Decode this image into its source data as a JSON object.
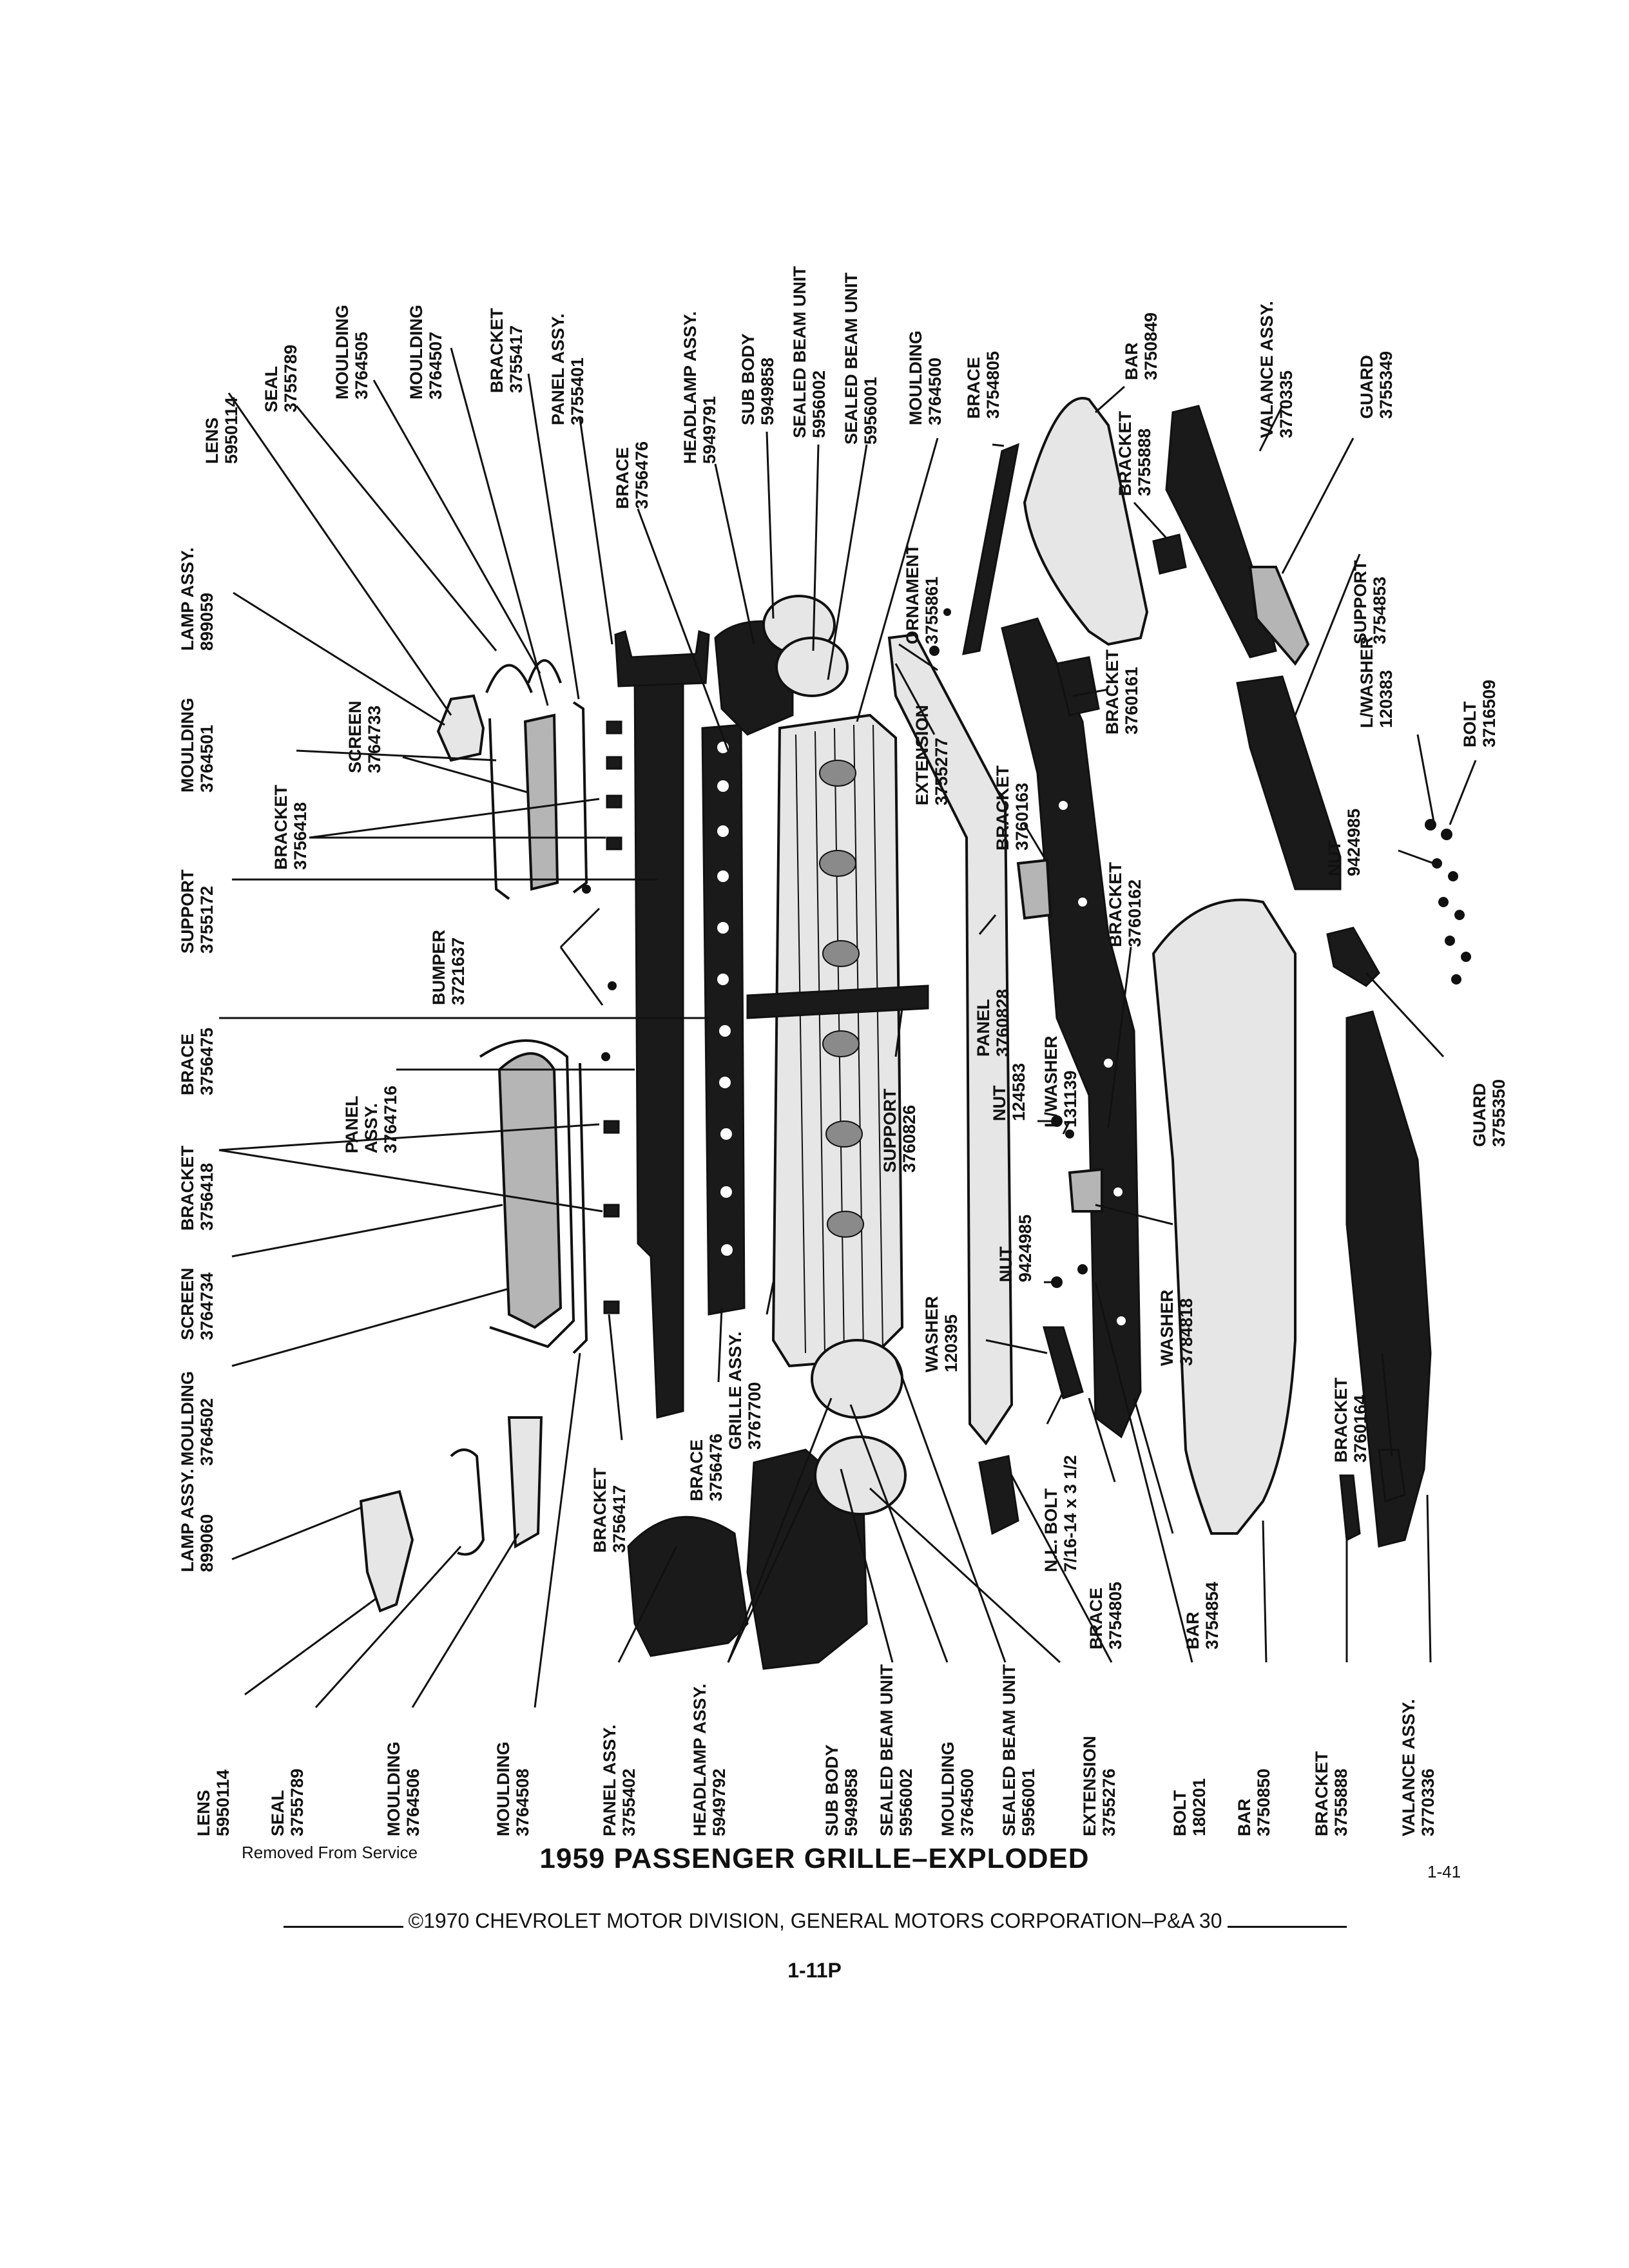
{
  "title": "1959 PASSENGER GRILLE–EXPLODED",
  "copyright": "©1970 CHEVROLET MOTOR DIVISION, GENERAL MOTORS CORPORATION–P&A 30",
  "page_number": "1-11P",
  "status_note": "Removed From Service",
  "ref_number": "1-41",
  "labels": {
    "lens_top": [
      "LENS",
      "5950114"
    ],
    "lamp_top": [
      "LAMP ASSY.",
      "899059"
    ],
    "seal_top": [
      "SEAL",
      "3755789"
    ],
    "moulding_3764505": [
      "MOULDING",
      "3764505"
    ],
    "moulding_3764507": [
      "MOULDING",
      "3764507"
    ],
    "bracket_3755417_top": [
      "BRACKET",
      "3755417"
    ],
    "panel_3755401": [
      "PANEL ASSY.",
      "3755401"
    ],
    "brace_3756476_top": [
      "BRACE",
      "3756476"
    ],
    "headlamp_top": [
      "HEADLAMP ASSY.",
      "5949791"
    ],
    "subbody_top": [
      "SUB BODY",
      "5949858"
    ],
    "sealed_5956002_top": [
      "SEALED BEAM UNIT",
      "5956002"
    ],
    "sealed_5956001_top": [
      "SEALED BEAM UNIT",
      "5956001"
    ],
    "moulding_3764500_top": [
      "MOULDING",
      "3764500"
    ],
    "brace_3754805_top": [
      "BRACE",
      "3754805"
    ],
    "bracket_bar_3755888": [
      "BRACKET",
      "3755888"
    ],
    "bar_3750849": [
      "BAR",
      "3750849"
    ],
    "valance_3770335": [
      "VALANCE ASSY.",
      "3770335"
    ],
    "guard_3755349": [
      "GUARD",
      "3755349"
    ],
    "moulding_3764501": [
      "MOULDING",
      "3764501"
    ],
    "screen_3764733": [
      "SCREEN",
      "3764733"
    ],
    "bracket_3756418_top": [
      "BRACKET",
      "3756418"
    ],
    "support_3755172": [
      "SUPPORT",
      "3755172"
    ],
    "bumper_3721637": [
      "BUMPER",
      "3721637"
    ],
    "brace_3756475": [
      "BRACE",
      "3756475"
    ],
    "ornament_3755861": [
      "ORNAMENT",
      "3755861"
    ],
    "extension_3755277": [
      "EXTENSION",
      "3755277"
    ],
    "bracket_3760163": [
      "BRACKET",
      "3760163"
    ],
    "bracket_3760161": [
      "BRACKET",
      "3760161"
    ],
    "support_3754853": [
      "SUPPORT",
      "3754853"
    ],
    "lwasher_120383": [
      "L/WASHER",
      "120383"
    ],
    "bolt_3716509": [
      "BOLT",
      "3716509"
    ],
    "nut_9424985_right": [
      "NUT",
      "9424985"
    ],
    "bracket_3760162": [
      "BRACKET",
      "3760162"
    ],
    "panel_3760828": [
      "PANEL",
      "3760828"
    ],
    "guard_3755350": [
      "GUARD",
      "3755350"
    ],
    "bracket_3756418_mid": [
      "BRACKET",
      "3756418"
    ],
    "panel_3764716": [
      "PANEL",
      "ASSY.",
      "3764716"
    ],
    "support_3760826": [
      "SUPPORT",
      "3760826"
    ],
    "nut_124583": [
      "NUT",
      "124583"
    ],
    "lwasher_131139": [
      "L/WASHER",
      "131139"
    ],
    "screen_3764734": [
      "SCREEN",
      "3764734"
    ],
    "nut_9424985_mid": [
      "NUT",
      "9424985"
    ],
    "washer_120395": [
      "WASHER",
      "120395"
    ],
    "grille_3767700": [
      "GRILLE ASSY.",
      "3767700"
    ],
    "washer_3784818": [
      "WASHER",
      "3784818"
    ],
    "bracket_3760164": [
      "BRACKET",
      "3760164"
    ],
    "moulding_3764502": [
      "MOULDING",
      "3764502"
    ],
    "bracket_3756417_bot": [
      "BRACKET",
      "3756417"
    ],
    "brace_3756476_bot": [
      "BRACE",
      "3756476"
    ],
    "nlbolt": [
      "N.L. BOLT",
      "7/16-14 x 3 1/2"
    ],
    "brace_3754805_bot": [
      "BRACE",
      "3754805"
    ],
    "bar_3754854": [
      "BAR",
      "3754854"
    ],
    "lamp_bot": [
      "LAMP ASSY.",
      "899060"
    ],
    "lens_bot": [
      "LENS",
      "5950114"
    ],
    "seal_bot": [
      "SEAL",
      "3755789"
    ],
    "moulding_3764506": [
      "MOULDING",
      "3764506"
    ],
    "moulding_3764508": [
      "MOULDING",
      "3764508"
    ],
    "panel_3755402": [
      "PANEL ASSY.",
      "3755402"
    ],
    "headlamp_bot": [
      "HEADLAMP ASSY.",
      "5949792"
    ],
    "subbody_bot": [
      "SUB BODY",
      "5949858"
    ],
    "sealed_5956002_bot": [
      "SEALED BEAM UNIT",
      "5956002"
    ],
    "moulding_3764500_bot": [
      "MOULDING",
      "3764500"
    ],
    "sealed_5956001_bot": [
      "SEALED BEAM UNIT",
      "5956001"
    ],
    "extension_3755276": [
      "EXTENSION",
      "3755276"
    ],
    "bolt_180201": [
      "BOLT",
      "180201"
    ],
    "bar_3750850": [
      "BAR",
      "3750850"
    ],
    "bracket_3755888_bot": [
      "BRACKET",
      "3755888"
    ],
    "valance_3770336": [
      "VALANCE ASSY.",
      "3770336"
    ]
  }
}
